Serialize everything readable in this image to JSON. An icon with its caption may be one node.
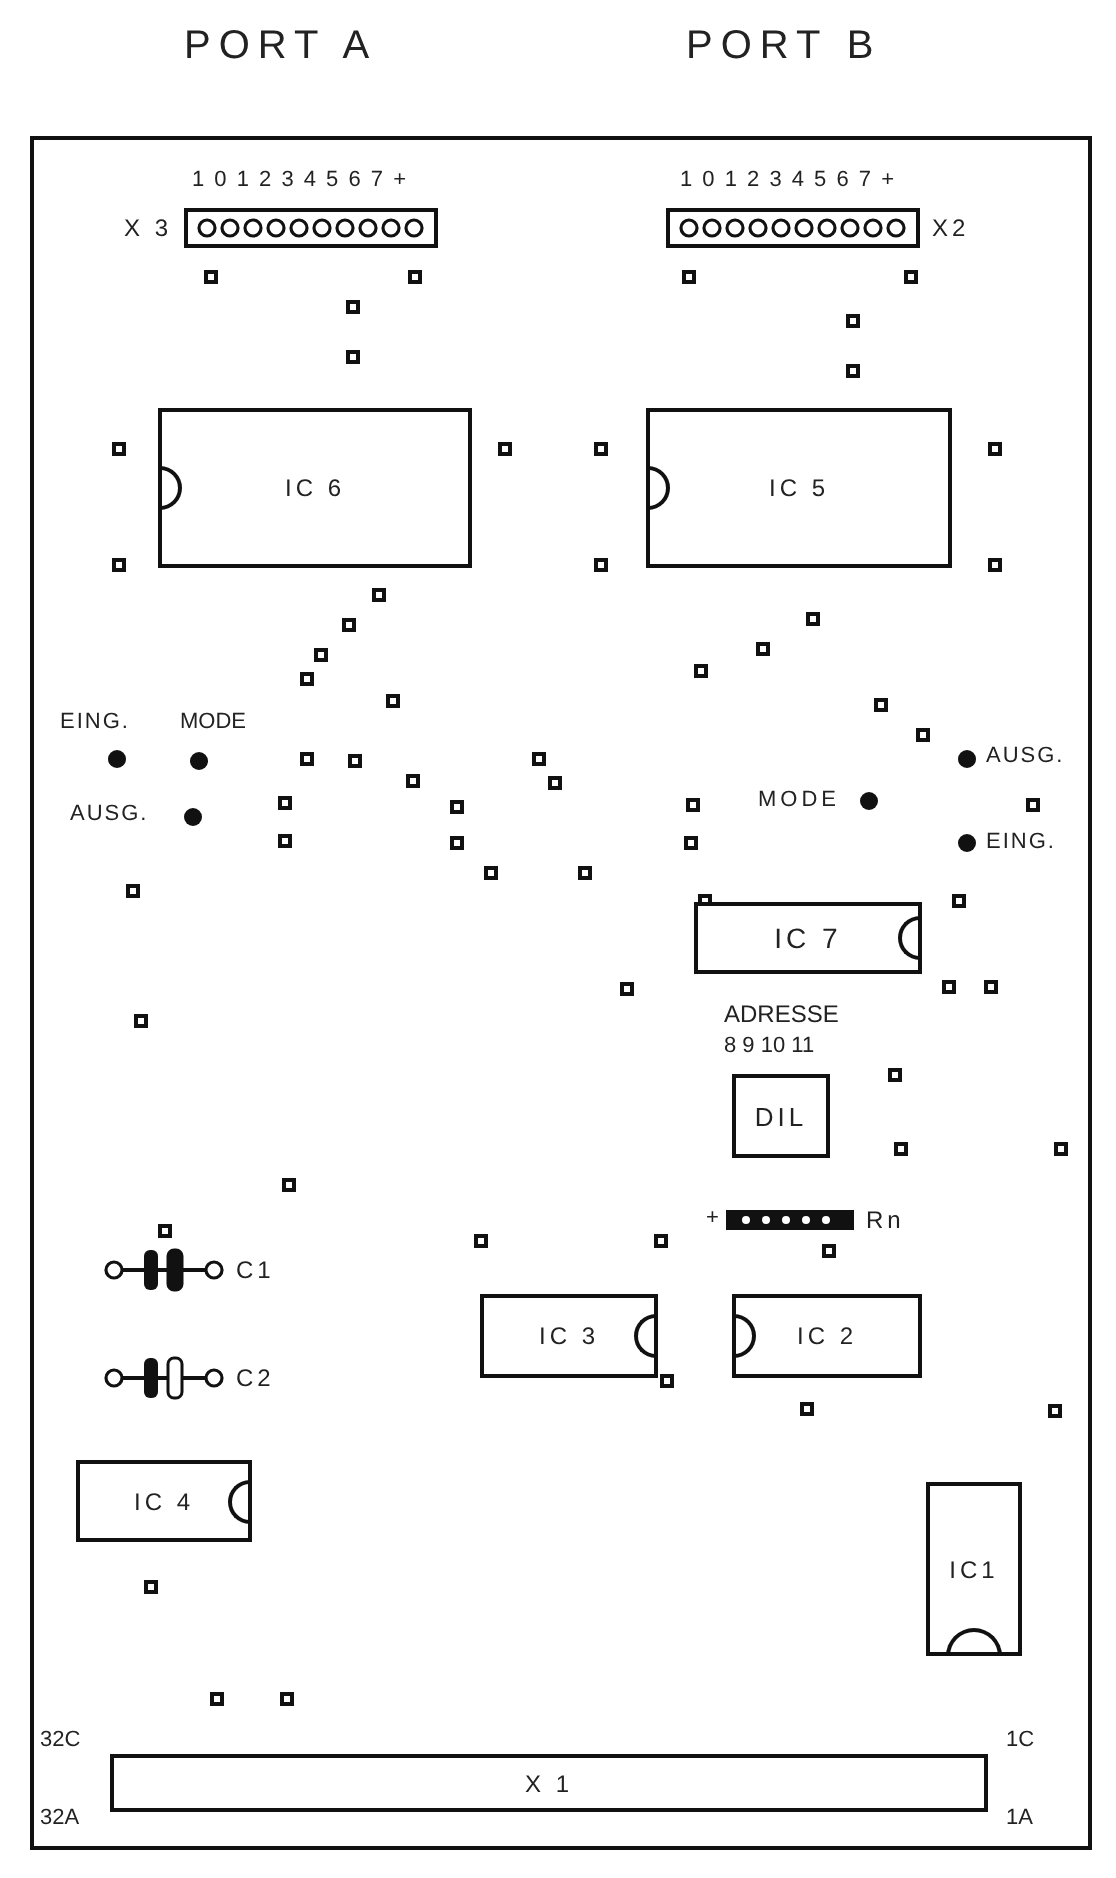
{
  "diagram": {
    "nodes": [
      {
        "text": [
          "X 3"
        ]
      },
      {
        "text": [
          "X2"
        ]
      },
      {
        "text": [
          "IC 6"
        ]
      },
      {
        "text": [
          "IC 5"
        ]
      },
      {
        "text": [
          "IC 7"
        ]
      },
      {
        "text": [
          "DIL"
        ]
      },
      {
        "text": [
          "Rn"
        ]
      },
      {
        "text": [
          "C1"
        ]
      },
      {
        "text": [
          "IC 3"
        ]
      },
      {
        "text": [
          "IC 2"
        ]
      },
      {
        "text": [
          "C2"
        ]
      },
      {
        "text": [
          "IC 4"
        ]
      },
      {
        "text": [
          "IC1"
        ]
      },
      {
        "text": [
          "X 1"
        ]
      }
    ],
    "labels": [
      "PORT A",
      "PORT B",
      "1 0 1 2 3 4 5 6 7 +",
      "1 0 1 2 3 4 5 6 7 +",
      "EING.",
      "MODE",
      "AUSG.",
      "MODE",
      "AUSG.",
      "EING.",
      "ADRESSE",
      "8 9 10 11",
      "+",
      "32C",
      "1C",
      "32A",
      "1A"
    ]
  }
}
